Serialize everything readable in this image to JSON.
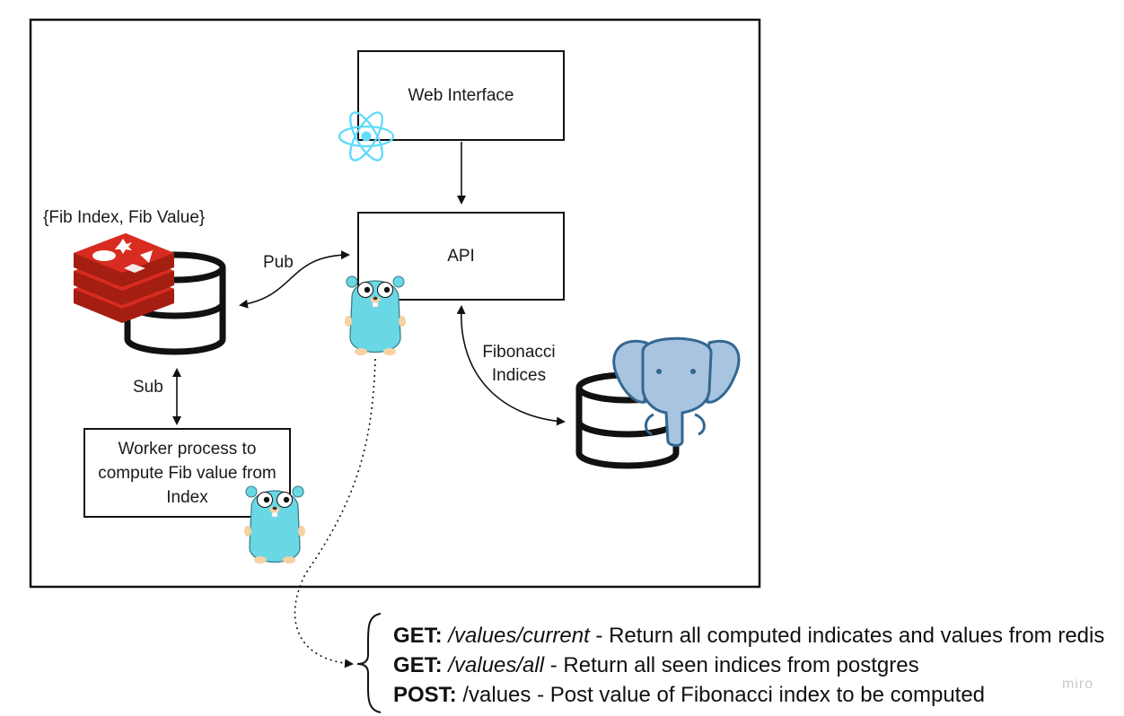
{
  "nodes": {
    "web_interface": "Web Interface",
    "api": "API",
    "worker": "Worker process to compute Fib value from Index"
  },
  "labels": {
    "redis_store": "{Fib Index, Fib Value}",
    "pub": "Pub",
    "sub": "Sub",
    "fib_indices_line1": "Fibonacci",
    "fib_indices_line2": "Indices"
  },
  "icons": {
    "react": "react-icon",
    "redis": "redis-icon",
    "gopher": "gopher-icon",
    "postgres": "postgres-elephant-icon",
    "database": "database-icon"
  },
  "endpoints": [
    {
      "method": "GET:",
      "path": "/values/current",
      "description": " - Return all computed indicates and values from redis"
    },
    {
      "method": "GET:",
      "path": "/values/all",
      "description": " - Return all seen indices from postgres"
    },
    {
      "method": "POST:",
      "path": " /values",
      "description": " - Post value of Fibonacci index to be computed"
    }
  ],
  "watermark": "miro",
  "colors": {
    "react": "#61dafb",
    "redis": "#d82c20",
    "gopher": "#6ad7e5",
    "postgres_body": "#a9c4e0",
    "postgres_outline": "#336791"
  }
}
